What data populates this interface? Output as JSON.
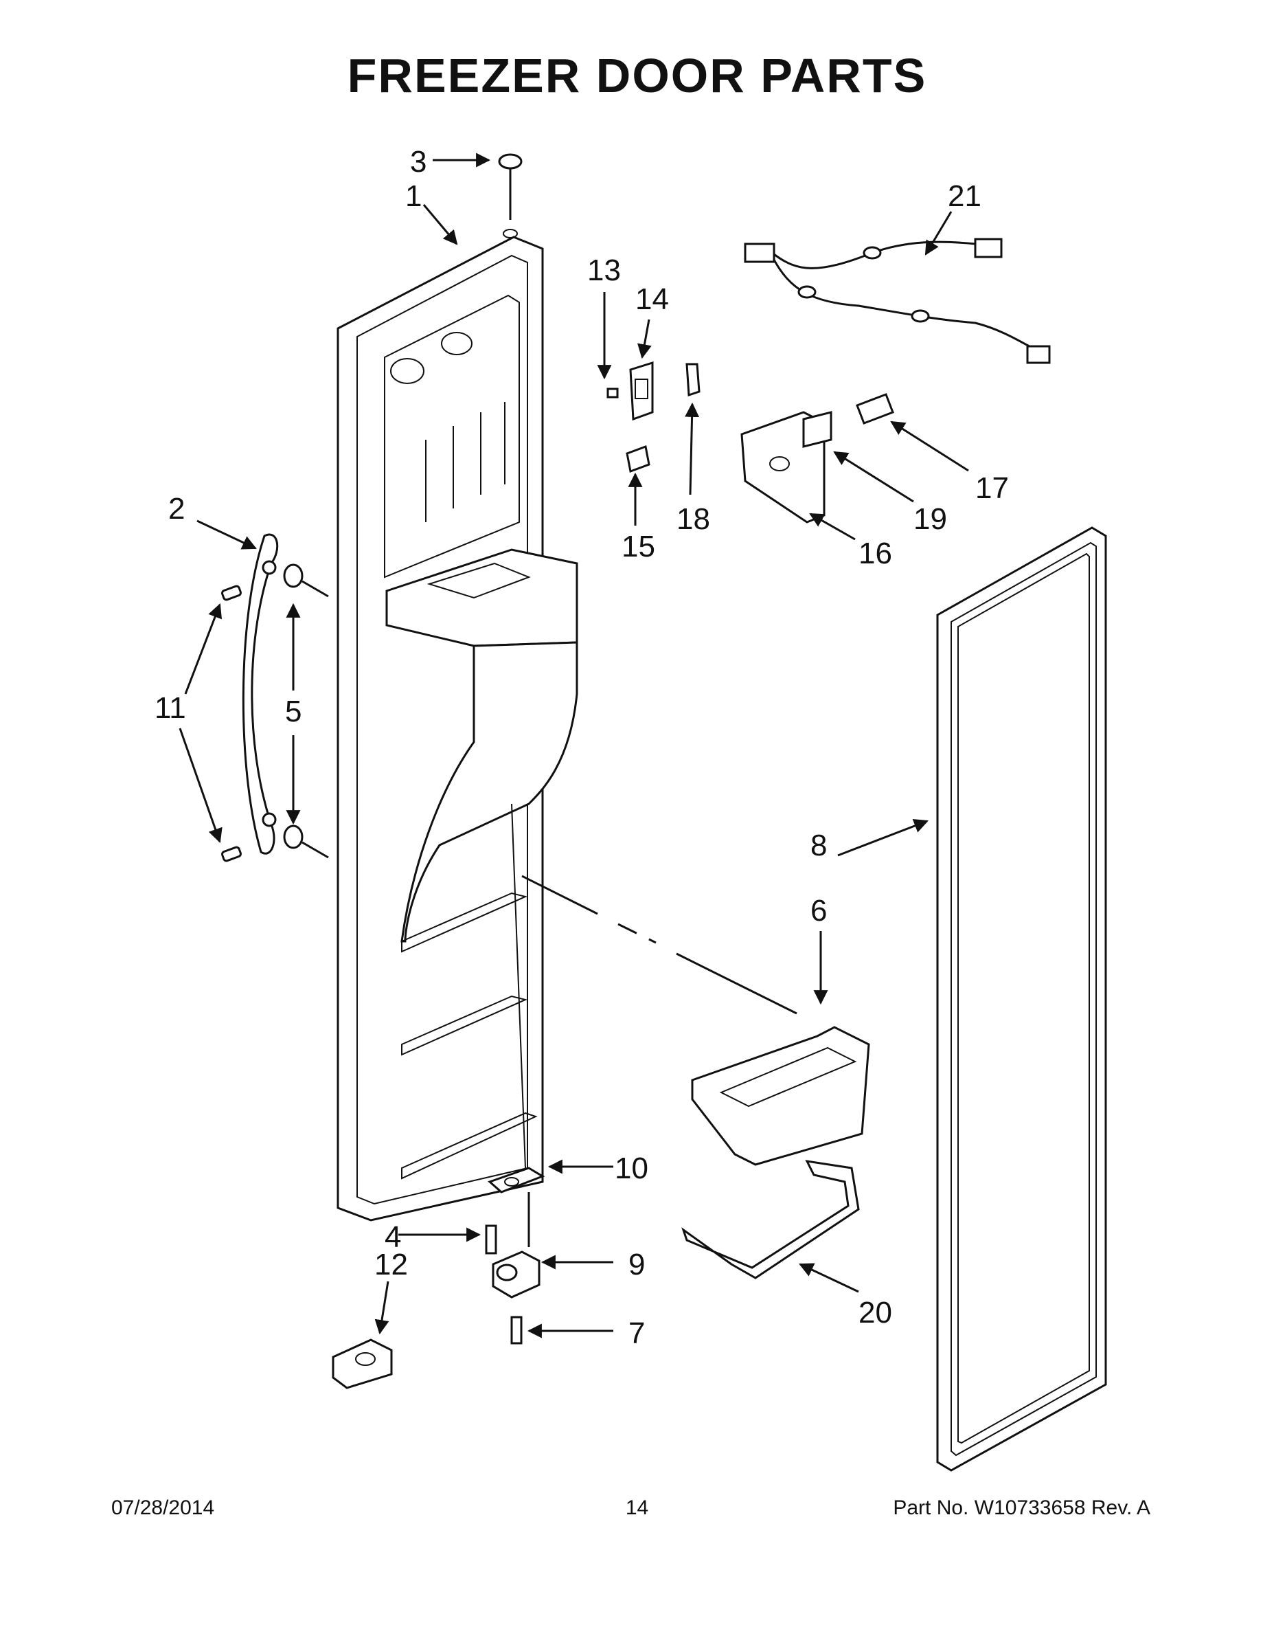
{
  "page": {
    "title": "FREEZER DOOR PARTS",
    "footer_date": "07/28/2014",
    "footer_page": "14",
    "footer_part": "Part No.  W10733658  Rev.  A"
  },
  "callouts": [
    "1",
    "2",
    "3",
    "4",
    "5",
    "6",
    "7",
    "8",
    "9",
    "10",
    "11",
    "12",
    "13",
    "14",
    "15",
    "16",
    "17",
    "18",
    "19",
    "20",
    "21"
  ]
}
